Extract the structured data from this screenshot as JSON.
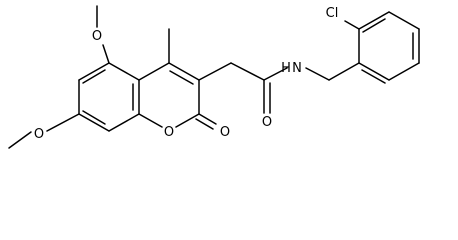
{
  "molecule": {
    "atom_labels": {
      "methoxy_top_O": "O",
      "methoxy_bottom_O": "O",
      "ring_O": "O",
      "carbonyl_O_lactone": "O",
      "carbonyl_O_amide": "O",
      "amide_N": "N",
      "amide_H": "H",
      "chloro": "Cl"
    }
  },
  "colors": {
    "bond": "#000000",
    "label": "#000000",
    "background": "#ffffff"
  }
}
